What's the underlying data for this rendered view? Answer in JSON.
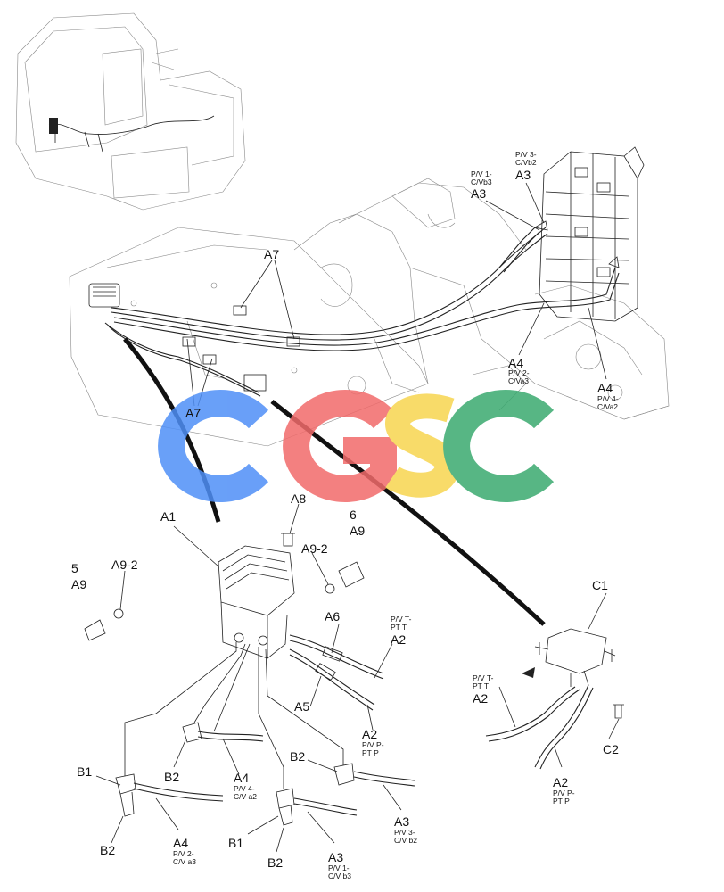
{
  "callouts": {
    "A7_top": "A7",
    "A7_bottom": "A7",
    "A3_top": "A3",
    "A3_top_sub": "P/V 1-\nC/Vb3",
    "A3_top_right": "A3",
    "A3_top_right_sub": "P/V 3-\nC/Vb2",
    "A4_mid": "A4",
    "A4_mid_sub": "P/V 2-\nC/Va3",
    "A4_right": "A4",
    "A4_right_sub": "P/V 4-\nC/Va2",
    "A1": "A1",
    "A8": "A8",
    "A9_left_num": "5",
    "A9_left": "A9",
    "A9_2_left": "A9-2",
    "A9_2_right": "A9-2",
    "A9_right_num": "6",
    "A9_right": "A9",
    "A6": "A6",
    "A2_upper": "A2",
    "A2_upper_sub": "P/V T-\nPT T",
    "A5": "A5",
    "A2_lower": "A2",
    "A2_lower_sub": "P/V P-\nPT P",
    "C1": "C1",
    "A2_c1_upper": "A2",
    "A2_c1_upper_sub": "P/V T-\nPT T",
    "C2": "C2",
    "A2_c1_lower": "A2",
    "A2_c1_lower_sub": "P/V P-\nPT P",
    "B2_a": "B2",
    "A4_a": "A4",
    "A4_a_sub": "P/V 4-\nC/V a2",
    "B2_b": "B2",
    "B1_a": "B1",
    "B2_c": "B2",
    "A4_b": "A4",
    "A4_b_sub": "P/V 2-\nC/V a3",
    "B1_b": "B1",
    "B2_d": "B2",
    "A3_b": "A3",
    "A3_b_sub": "P/V 1-\nC/V b3",
    "A3_c": "A3",
    "A3_c_sub": "P/V 3-\nC/V b2"
  },
  "watermark": {
    "text": "CGSC",
    "colors": [
      "#4f8ff7",
      "#f26b6b",
      "#f7d54f",
      "#3aaa6f"
    ]
  }
}
